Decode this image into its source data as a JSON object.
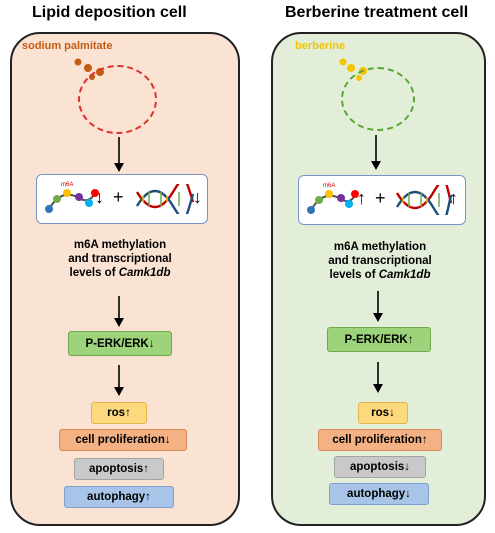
{
  "left": {
    "title": "Lipid deposition cell",
    "agent": "sodium palmitate",
    "caption_line1": "m6A methylation",
    "caption_line2": "and transcriptional",
    "caption_line3": "levels of ",
    "caption_gene": "Camk1db",
    "molecule_arrow1": "↓",
    "plus": "+",
    "molecule_arrow2": "↓",
    "perk": "P-ERK/ERK↓",
    "ros": "ros↑",
    "proliferation": "cell proliferation↓",
    "apoptosis": "apoptosis↑",
    "autophagy": "autophagy↑"
  },
  "right": {
    "title": "Berberine treatment cell",
    "agent": "berberine",
    "caption_line1": "m6A methylation",
    "caption_line2": "and transcriptional",
    "caption_line3": "levels of ",
    "caption_gene": "Camk1db",
    "molecule_arrow1": "↑",
    "plus": "+",
    "molecule_arrow2": "↑",
    "perk": "P-ERK/ERK↑",
    "ros": "ros↓",
    "proliferation": "cell proliferation↑",
    "apoptosis": "apoptosis↓",
    "autophagy": "autophagy↓"
  },
  "colors": {
    "left_cell": "#fbe3d4",
    "right_cell": "#e3eed9",
    "palmitate": "#c55a11",
    "berberine": "#f2c500",
    "left_vesicle": "#e03030",
    "right_vesicle": "#5aa832",
    "m6a_label": "#cc0000"
  }
}
